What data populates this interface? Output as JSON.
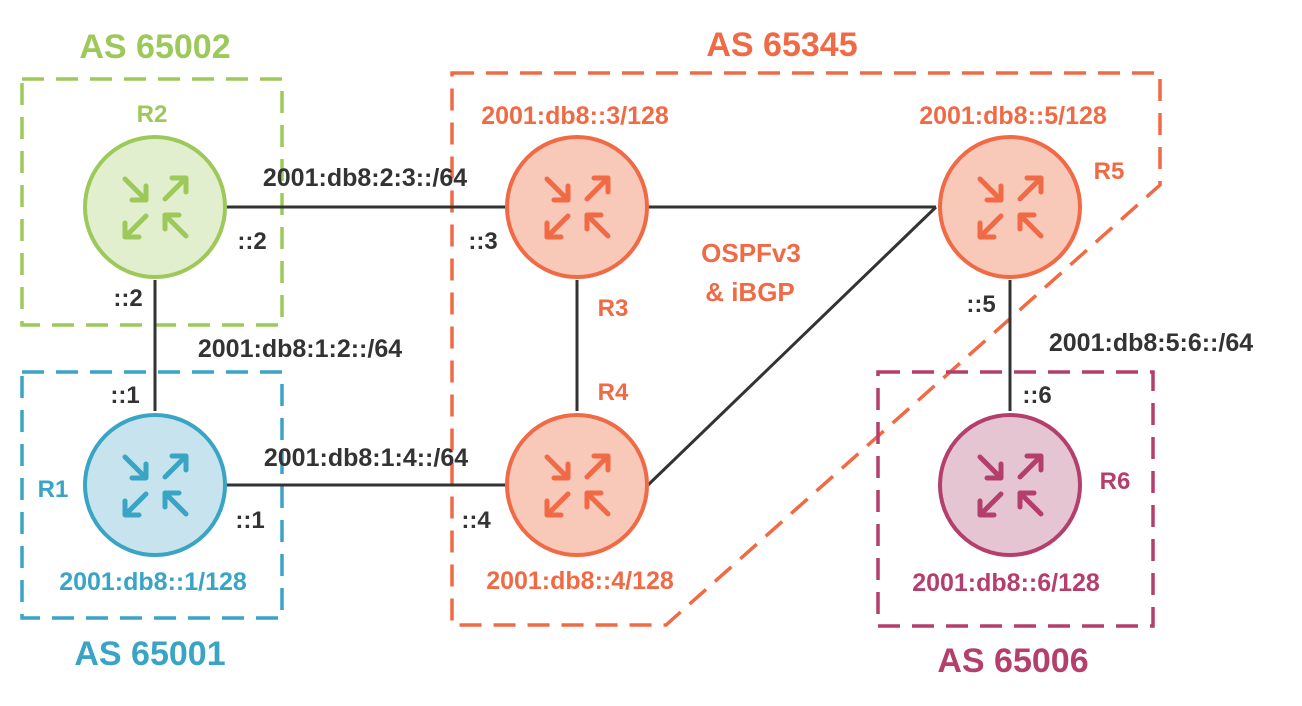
{
  "colors": {
    "as65002": "#9dc95b",
    "as65001": "#3aa4c4",
    "as65345": "#ef6a45",
    "as65006": "#b43f6d",
    "link": "#333333"
  },
  "autonomous_systems": {
    "as65002": "AS 65002",
    "as65001": "AS 65001",
    "as65345": "AS 65345",
    "as65006": "AS 65006"
  },
  "routers": {
    "r1": {
      "name": "R1",
      "loopback": "2001:db8::1/128",
      "icon": "router-icon"
    },
    "r2": {
      "name": "R2",
      "icon": "router-icon"
    },
    "r3": {
      "name": "R3",
      "loopback": "2001:db8::3/128",
      "icon": "router-icon"
    },
    "r4": {
      "name": "R4",
      "loopback": "2001:db8::4/128",
      "icon": "router-icon"
    },
    "r5": {
      "name": "R5",
      "loopback": "2001:db8::5/128",
      "icon": "router-icon"
    },
    "r6": {
      "name": "R6",
      "loopback": "2001:db8::6/128",
      "icon": "router-icon"
    }
  },
  "links": {
    "r2_r3": {
      "network": "2001:db8:2:3::/64",
      "if_a": "::2",
      "if_b": "::3"
    },
    "r1_r2": {
      "network": "2001:db8:1:2::/64",
      "if_a": "::2",
      "if_b": "::1"
    },
    "r1_r4": {
      "network": "2001:db8:1:4::/64",
      "if_a": "::1",
      "if_b": "::4"
    },
    "r5_r6": {
      "network": "2001:db8:5:6::/64",
      "if_a": "::5",
      "if_b": "::6"
    }
  },
  "protocol": {
    "line1": "OSPFv3",
    "line2": "& iBGP"
  }
}
